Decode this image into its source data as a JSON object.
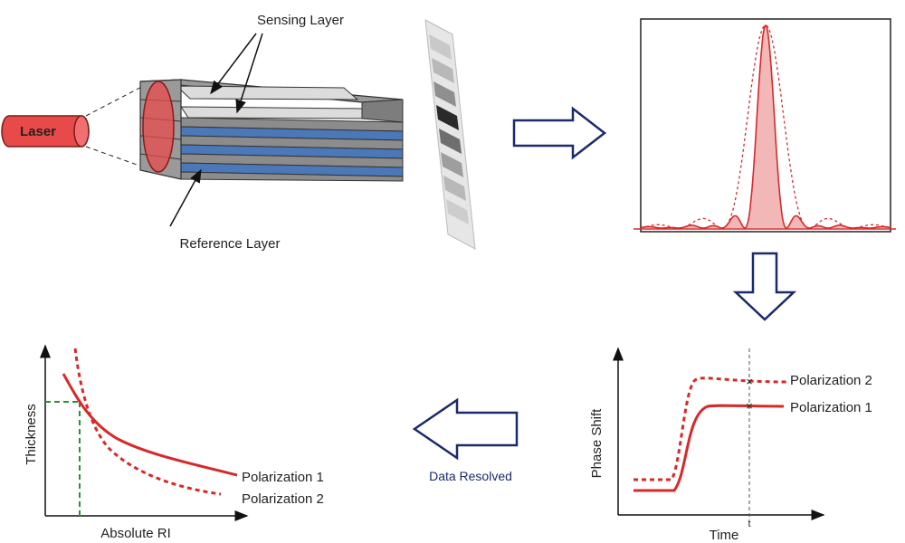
{
  "labels": {
    "sensing_layer": "Sensing Layer",
    "reference_layer": "Reference Layer",
    "laser": "Laser",
    "data_resolved": "Data Resolved",
    "phase_shift": "Phase Shift",
    "time": "Time",
    "thickness": "Thickness",
    "absolute_ri": "Absolute RI",
    "t_marker": "t"
  },
  "legend": {
    "phase_plot": {
      "pol2": "Polarization 2",
      "pol1": "Polarization 1"
    },
    "thickness_plot": {
      "pol1": "Polarization 1",
      "pol2": "Polarization 2"
    }
  },
  "colors": {
    "laser_fill": "#e84a4a",
    "layer_gray": "#8c8c8c",
    "layer_blue": "#4a78b8",
    "curve_red": "#d62a2a",
    "fringe_fill": "#f2b8b8",
    "arrow_outline": "#1b2a6b",
    "guide_green": "#2f8f2f"
  }
}
